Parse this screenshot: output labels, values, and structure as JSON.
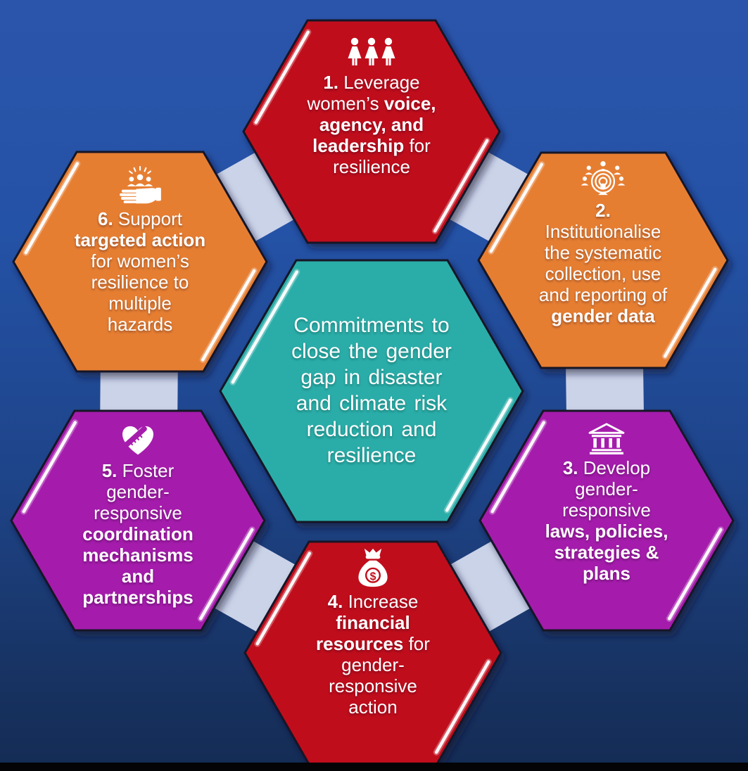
{
  "background": {
    "gradient_top": "#2B55AB",
    "gradient_bottom": "#16305E",
    "footer_bar": "#040406",
    "connector_ring": "#CBD3E9"
  },
  "center_hexagon": {
    "color": "#2BADA8",
    "text_color": "#F0EEE1",
    "segments": [
      {
        "t": "Commitments to",
        "b": false,
        "br": true
      },
      {
        "t": "close the gender",
        "b": false,
        "br": true
      },
      {
        "t": "gap in disaster",
        "b": false,
        "br": true
      },
      {
        "t": "and climate risk",
        "b": false,
        "br": true
      },
      {
        "t": "reduction and",
        "b": false,
        "br": true
      },
      {
        "t": "resilience",
        "b": false,
        "br": false
      }
    ]
  },
  "hexagons": [
    {
      "number": "1",
      "color": "#C00F1C",
      "icon": "three-women-icon",
      "segments": [
        {
          "t": "1.",
          "b": true,
          "br": false
        },
        {
          "t": "  Leverage",
          "b": false,
          "br": true
        },
        {
          "t": "women’s ",
          "b": false,
          "br": false
        },
        {
          "t": "voice,",
          "b": true,
          "br": true
        },
        {
          "t": "agency, and",
          "b": true,
          "br": true
        },
        {
          "t": "leadership",
          "b": true,
          "br": false
        },
        {
          "t": " for",
          "b": false,
          "br": true
        },
        {
          "t": "resilience",
          "b": false,
          "br": false
        }
      ]
    },
    {
      "number": "2",
      "color": "#E67E33",
      "icon": "people-network-icon",
      "segments": [
        {
          "t": "2.",
          "b": true,
          "br": true
        },
        {
          "t": "Institutionalise",
          "b": false,
          "br": true
        },
        {
          "t": "the systematic",
          "b": false,
          "br": true
        },
        {
          "t": "collection, use",
          "b": false,
          "br": true
        },
        {
          "t": "and reporting of",
          "b": false,
          "br": true
        },
        {
          "t": "gender data",
          "b": true,
          "br": false
        }
      ]
    },
    {
      "number": "3",
      "color": "#A51CAC",
      "icon": "bank-icon",
      "segments": [
        {
          "t": "3.",
          "b": true,
          "br": false
        },
        {
          "t": " Develop",
          "b": false,
          "br": true
        },
        {
          "t": "gender-",
          "b": false,
          "br": true
        },
        {
          "t": "responsive",
          "b": false,
          "br": true
        },
        {
          "t": "laws, policies,",
          "b": true,
          "br": true
        },
        {
          "t": "strategies &",
          "b": true,
          "br": true
        },
        {
          "t": "plans",
          "b": true,
          "br": false
        }
      ]
    },
    {
      "number": "4",
      "color": "#C00F1C",
      "icon": "money-bag-icon",
      "segments": [
        {
          "t": "4.",
          "b": true,
          "br": false
        },
        {
          "t": " Increase",
          "b": false,
          "br": true
        },
        {
          "t": "financial",
          "b": true,
          "br": true
        },
        {
          "t": "resources",
          "b": true,
          "br": false
        },
        {
          "t": " for",
          "b": false,
          "br": true
        },
        {
          "t": "gender-",
          "b": false,
          "br": true
        },
        {
          "t": "responsive",
          "b": false,
          "br": true
        },
        {
          "t": "action",
          "b": false,
          "br": false
        }
      ]
    },
    {
      "number": "5",
      "color": "#A51CAC",
      "icon": "handshake-heart-icon",
      "segments": [
        {
          "t": "5.",
          "b": true,
          "br": false
        },
        {
          "t": " Foster",
          "b": false,
          "br": true
        },
        {
          "t": "gender-",
          "b": false,
          "br": true
        },
        {
          "t": "responsive",
          "b": false,
          "br": true
        },
        {
          "t": "coordination",
          "b": true,
          "br": true
        },
        {
          "t": "mechanisms",
          "b": true,
          "br": true
        },
        {
          "t": "and",
          "b": true,
          "br": true
        },
        {
          "t": "partnerships",
          "b": true,
          "br": false
        }
      ]
    },
    {
      "number": "6",
      "color": "#E67E33",
      "icon": "hand-holding-people-icon",
      "segments": [
        {
          "t": "6.",
          "b": true,
          "br": false
        },
        {
          "t": " Support",
          "b": false,
          "br": true
        },
        {
          "t": "targeted action",
          "b": true,
          "br": true
        },
        {
          "t": "for women’s",
          "b": false,
          "br": true
        },
        {
          "t": "resilience to",
          "b": false,
          "br": true
        },
        {
          "t": "multiple",
          "b": false,
          "br": true
        },
        {
          "t": "hazards",
          "b": false,
          "br": false
        }
      ]
    }
  ]
}
